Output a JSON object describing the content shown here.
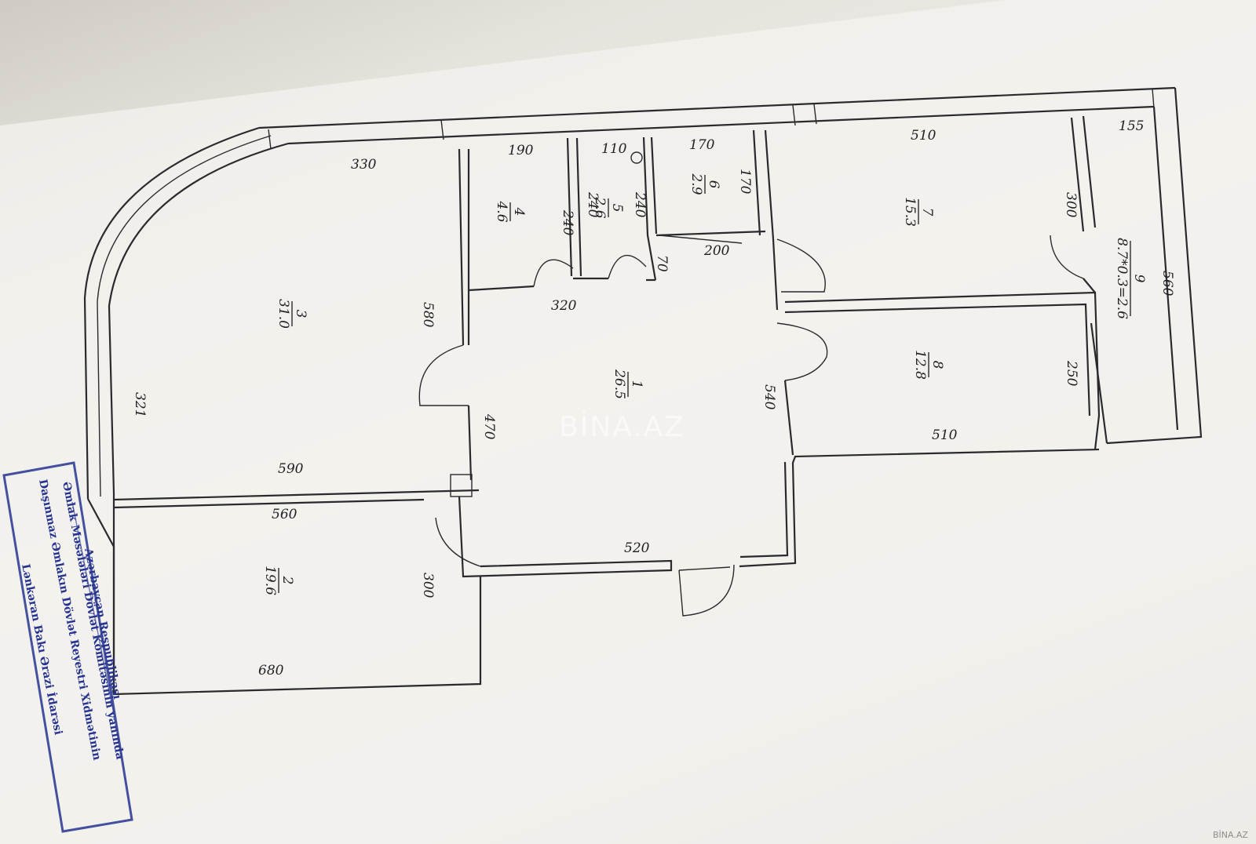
{
  "plan": {
    "dimensions": {
      "top_330": "330",
      "top_190": "190",
      "top_110": "110",
      "top_170": "170",
      "top_510": "510",
      "top_155": "155",
      "v_240a": "240",
      "v_240b": "240",
      "v_240c": "240",
      "v_170": "170",
      "v_300": "300",
      "v_560": "560",
      "v_580": "580",
      "v_321": "321",
      "v_470": "470",
      "v_540": "540",
      "v_250": "250",
      "v_300b": "300",
      "h_320": "320",
      "h_200": "200",
      "h_70": "70",
      "h_590": "590",
      "h_560": "560",
      "h_510": "510",
      "h_520": "520",
      "h_680": "680"
    },
    "rooms": [
      {
        "num": "1",
        "area": "26.5"
      },
      {
        "num": "2",
        "area": "19.6"
      },
      {
        "num": "3",
        "area": "31.0"
      },
      {
        "num": "4",
        "area": "4.6"
      },
      {
        "num": "5",
        "area": "2.6"
      },
      {
        "num": "6",
        "area": "2.9"
      },
      {
        "num": "7",
        "area": "15.3"
      },
      {
        "num": "8",
        "area": "12.8"
      },
      {
        "num": "9",
        "area": "8.7*0.3=2.6"
      }
    ]
  },
  "stamp": {
    "line1": "Azərbaycan Respublikası",
    "line2": "Əmlak Məsələləri Dövlət Komitəsinin yanında",
    "line3": "Daşınmaz Əmlakın Dövlət Reyestri Xidmətinin",
    "line4": "Lənkəran Bakı Ərazi İdarəsi",
    "color": "#26348f"
  },
  "watermark": {
    "center": "BİNA.AZ",
    "corner": "BİNA.AZ"
  }
}
